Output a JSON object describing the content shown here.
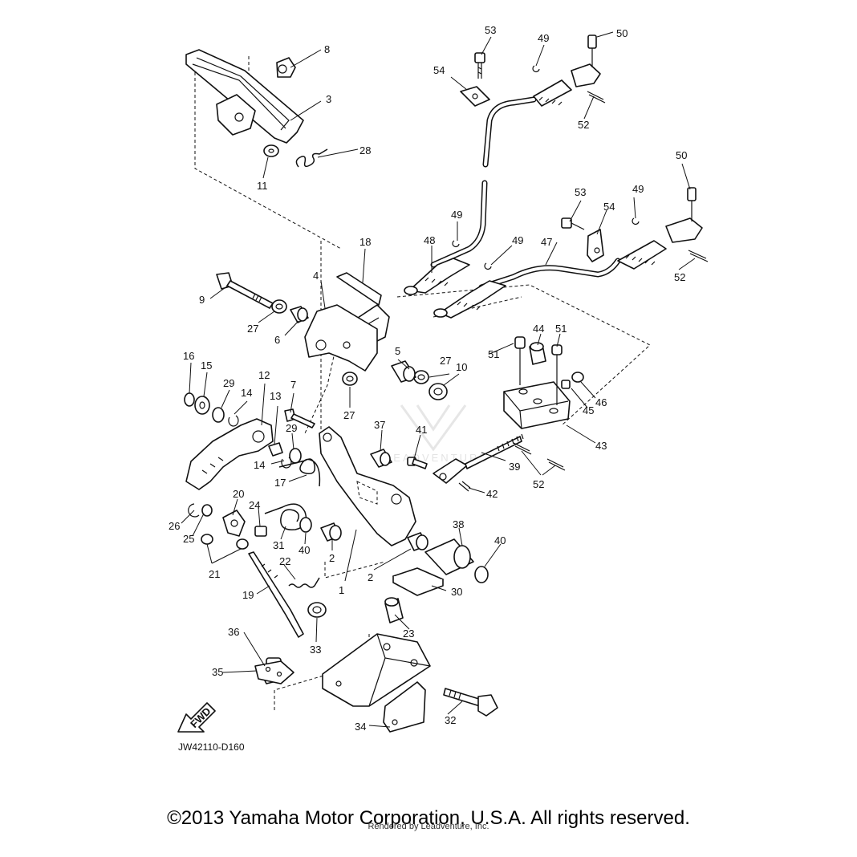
{
  "drawing_code": "JW42110-D160",
  "copyright": "©2013 Yamaha Motor Corporation, U.S.A. All rights reserved.",
  "rendered_by": "Rendered by Leadventure, Inc.",
  "watermark": "LEADVENTURE",
  "direction_arrow": "FWD",
  "callouts": [
    {
      "id": "c1",
      "text": "1"
    },
    {
      "id": "c2a",
      "text": "2"
    },
    {
      "id": "c2b",
      "text": "2"
    },
    {
      "id": "c3",
      "text": "3"
    },
    {
      "id": "c4",
      "text": "4"
    },
    {
      "id": "c5",
      "text": "5"
    },
    {
      "id": "c6",
      "text": "6"
    },
    {
      "id": "c7",
      "text": "7"
    },
    {
      "id": "c8",
      "text": "8"
    },
    {
      "id": "c9",
      "text": "9"
    },
    {
      "id": "c10",
      "text": "10"
    },
    {
      "id": "c11",
      "text": "11"
    },
    {
      "id": "c12",
      "text": "12"
    },
    {
      "id": "c13",
      "text": "13"
    },
    {
      "id": "c14a",
      "text": "14"
    },
    {
      "id": "c14b",
      "text": "14"
    },
    {
      "id": "c15",
      "text": "15"
    },
    {
      "id": "c16",
      "text": "16"
    },
    {
      "id": "c17",
      "text": "17"
    },
    {
      "id": "c18",
      "text": "18"
    },
    {
      "id": "c19",
      "text": "19"
    },
    {
      "id": "c20",
      "text": "20"
    },
    {
      "id": "c21",
      "text": "21"
    },
    {
      "id": "c22",
      "text": "22"
    },
    {
      "id": "c23",
      "text": "23"
    },
    {
      "id": "c24",
      "text": "24"
    },
    {
      "id": "c25",
      "text": "25"
    },
    {
      "id": "c26",
      "text": "26"
    },
    {
      "id": "c27a",
      "text": "27"
    },
    {
      "id": "c27b",
      "text": "27"
    },
    {
      "id": "c27c",
      "text": "27"
    },
    {
      "id": "c28",
      "text": "28"
    },
    {
      "id": "c29a",
      "text": "29"
    },
    {
      "id": "c29b",
      "text": "29"
    },
    {
      "id": "c30",
      "text": "30"
    },
    {
      "id": "c31",
      "text": "31"
    },
    {
      "id": "c32",
      "text": "32"
    },
    {
      "id": "c33",
      "text": "33"
    },
    {
      "id": "c34",
      "text": "34"
    },
    {
      "id": "c35",
      "text": "35"
    },
    {
      "id": "c36",
      "text": "36"
    },
    {
      "id": "c37",
      "text": "37"
    },
    {
      "id": "c38",
      "text": "38"
    },
    {
      "id": "c39",
      "text": "39"
    },
    {
      "id": "c40a",
      "text": "40"
    },
    {
      "id": "c40b",
      "text": "40"
    },
    {
      "id": "c41",
      "text": "41"
    },
    {
      "id": "c42",
      "text": "42"
    },
    {
      "id": "c43",
      "text": "43"
    },
    {
      "id": "c44",
      "text": "44"
    },
    {
      "id": "c45",
      "text": "45"
    },
    {
      "id": "c46",
      "text": "46"
    },
    {
      "id": "c47",
      "text": "47"
    },
    {
      "id": "c48",
      "text": "48"
    },
    {
      "id": "c49a",
      "text": "49"
    },
    {
      "id": "c49b",
      "text": "49"
    },
    {
      "id": "c49c",
      "text": "49"
    },
    {
      "id": "c49d",
      "text": "49"
    },
    {
      "id": "c50a",
      "text": "50"
    },
    {
      "id": "c50b",
      "text": "50"
    },
    {
      "id": "c51a",
      "text": "51"
    },
    {
      "id": "c51b",
      "text": "51"
    },
    {
      "id": "c52a",
      "text": "52"
    },
    {
      "id": "c52b",
      "text": "52"
    },
    {
      "id": "c52c",
      "text": "52"
    },
    {
      "id": "c53a",
      "text": "53"
    },
    {
      "id": "c53b",
      "text": "53"
    },
    {
      "id": "c54a",
      "text": "54"
    },
    {
      "id": "c54b",
      "text": "54"
    }
  ]
}
